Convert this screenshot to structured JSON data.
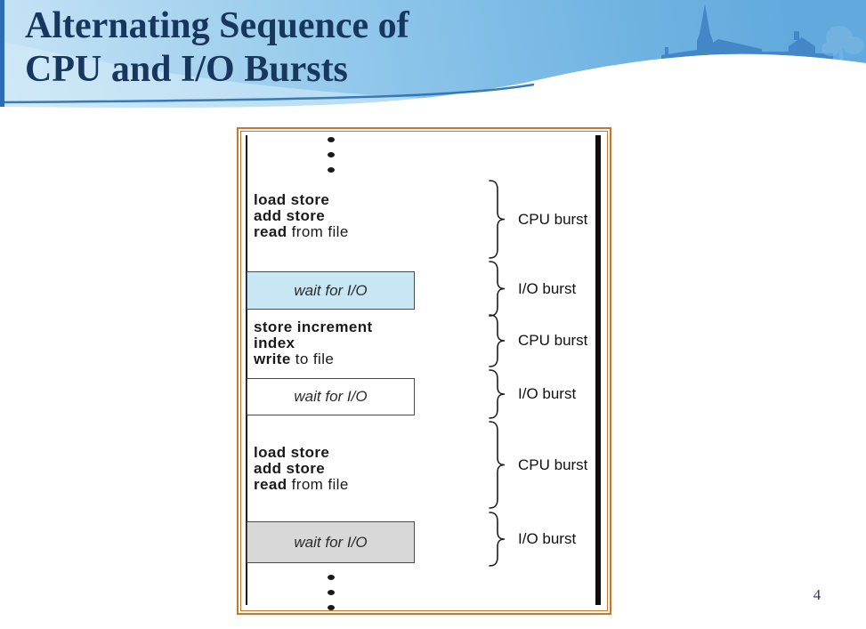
{
  "slide": {
    "title": {
      "line1": "Alternating Sequence of",
      "line2": "CPU and I/O Bursts"
    },
    "page_number": "4"
  },
  "figure": {
    "code_blocks": [
      {
        "lines": [
          {
            "bold": "load store",
            "rest": ""
          },
          {
            "bold": "add store",
            "rest": ""
          },
          {
            "bold": "read",
            "rest": " from file"
          }
        ]
      },
      {
        "lines": [
          {
            "bold": "store increment",
            "rest": ""
          },
          {
            "bold": "index",
            "rest": ""
          },
          {
            "bold": "write",
            "rest": " to file"
          }
        ]
      },
      {
        "lines": [
          {
            "bold": "load store",
            "rest": ""
          },
          {
            "bold": "add store",
            "rest": ""
          },
          {
            "bold": "read",
            "rest": " from file"
          }
        ]
      }
    ],
    "wait_boxes": [
      {
        "label": "wait for I/O",
        "fill": "#c9e6f5"
      },
      {
        "label": "wait for I/O",
        "fill": "#ffffff"
      },
      {
        "label": "wait for I/O",
        "fill": "#d8d8d8"
      }
    ],
    "braces": [
      {
        "label": "CPU burst"
      },
      {
        "label": "I/O burst"
      },
      {
        "label": "CPU burst"
      },
      {
        "label": "I/O burst"
      },
      {
        "label": "CPU burst"
      },
      {
        "label": "I/O burst"
      }
    ]
  },
  "colors": {
    "title_text": "#17375E",
    "frame_border": "#C6772B",
    "header_curve_line": "#2E74B5",
    "village_silhouette": "#4387C6",
    "wait_box_blue": "#c9e6f5",
    "wait_box_gray": "#d8d8d8"
  }
}
